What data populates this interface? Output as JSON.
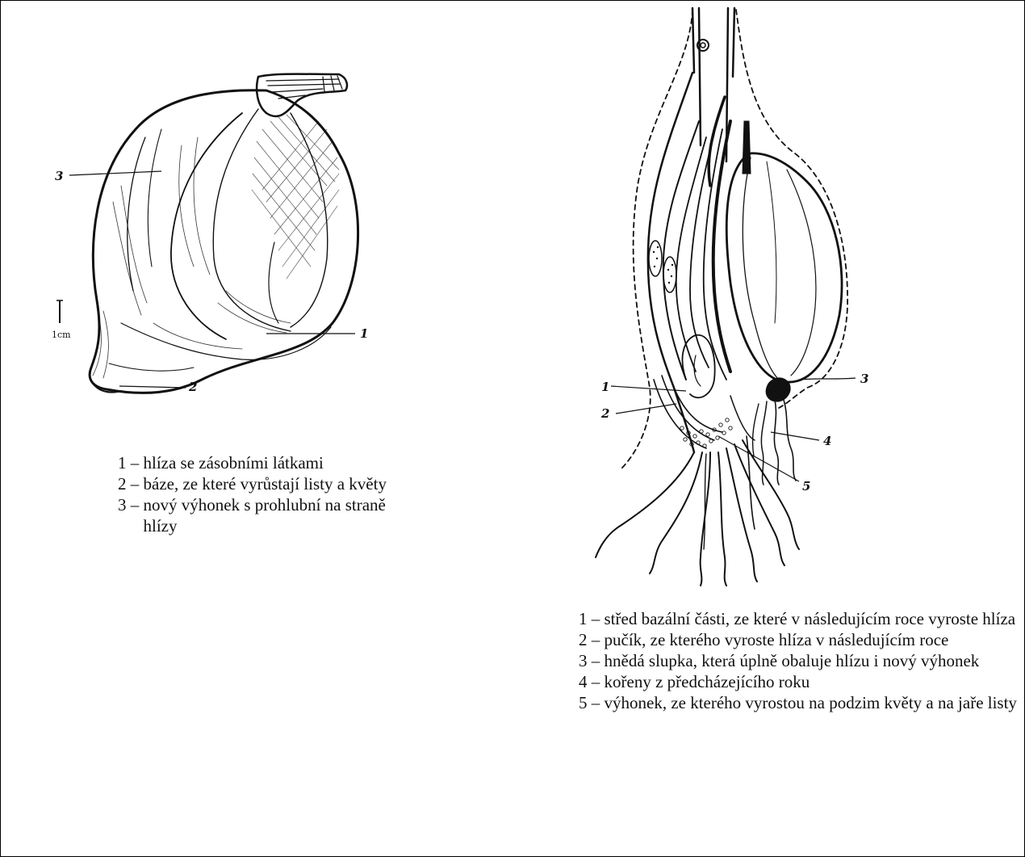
{
  "left_figure": {
    "labels": [
      "1",
      "2",
      "3"
    ],
    "scale_label": "1cm",
    "legend": [
      {
        "num": "1",
        "text": "hlíza se zásobními látkami"
      },
      {
        "num": "2",
        "text": "báze, ze které vyrůstají listy a květy"
      },
      {
        "num": "3",
        "text": "nový výhonek s prohlubní na straně hlízy"
      }
    ]
  },
  "right_figure": {
    "labels": [
      "1",
      "2",
      "3",
      "4",
      "5"
    ],
    "legend": [
      {
        "num": "1",
        "text": "střed bazální části, ze které v následujícím roce vyroste hlíza"
      },
      {
        "num": "2",
        "text": "pučík, ze kterého vyroste hlíza v následujícím roce"
      },
      {
        "num": "3",
        "text": "hnědá slupka, která úplně obaluje hlízu i nový výhonek"
      },
      {
        "num": "4",
        "text": "kořeny z předcházejícího roku"
      },
      {
        "num": "5",
        "text": "výhonek, ze kterého vyrostou na podzim květy a na jaře listy"
      }
    ]
  },
  "colors": {
    "ink": "#111111",
    "paper": "#ffffff"
  }
}
